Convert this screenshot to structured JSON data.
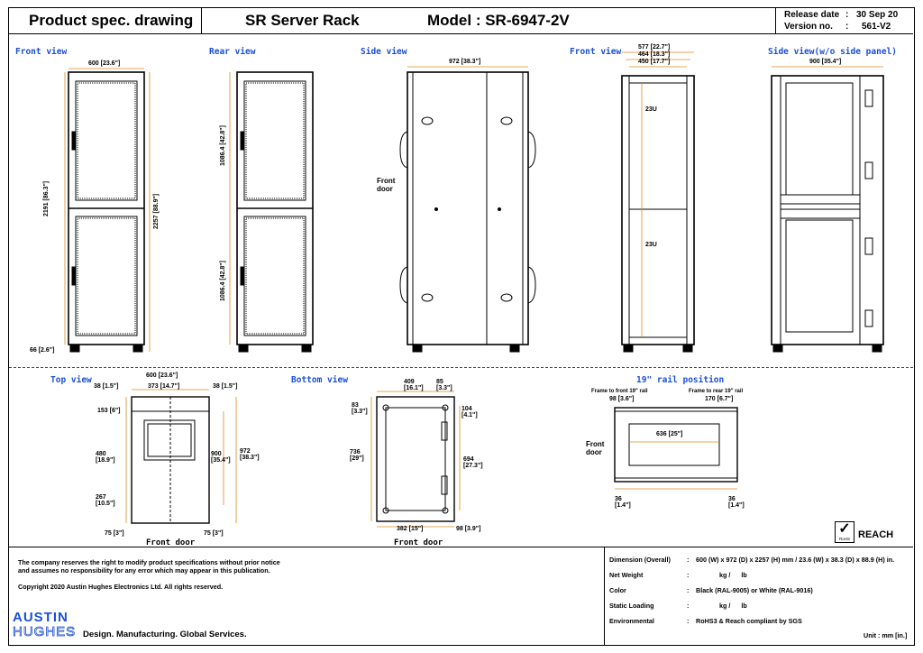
{
  "header": {
    "doc_type": "Product spec. drawing",
    "product": "SR Server Rack",
    "model": "Model : SR-6947-2V",
    "release_label": "Release date",
    "release_value": "30 Sep 20",
    "version_label": "Version no.",
    "version_value": "561-V2"
  },
  "views": {
    "front": "Front view",
    "rear": "Rear view",
    "side": "Side view",
    "front2": "Front view",
    "side_nopanel": "Side view(w/o side panel)",
    "top": "Top view",
    "bottom": "Bottom view",
    "rail": "19\" rail position"
  },
  "dims": {
    "front_width": "600 [23.6\"]",
    "front_height_left": "2191 [86.3\"]",
    "front_height_right": "2257 [88.9\"]",
    "front_caster": "66 [2.6\"]",
    "rear_upper": "1086.4 [42.8\"]",
    "rear_lower": "1086.4 [42.8\"]",
    "side_depth": "972 [38.3\"]",
    "side_front_door": "Front door",
    "f2_w1": "577 [22.7\"]",
    "f2_w2": "464 [18.3\"]",
    "f2_w3": "450 [17.7\"]",
    "f2_u_top": "23U",
    "f2_u_bottom": "23U",
    "sn_depth": "900 [35.4\"]",
    "top_w": "600 [23.6\"]",
    "top_38l": "38 [1.5\"]",
    "top_373": "373 [14.7\"]",
    "top_38r": "38 [1.5\"]",
    "top_153": "153 [6\"]",
    "top_480": "480 [18.9\"]",
    "top_267": "267 [10.5\"]",
    "top_900": "900 [35.4\"]",
    "top_972": "972 [38.3\"]",
    "top_75l": "75 [3\"]",
    "top_75r": "75 [3\"]",
    "top_front_door": "Front door",
    "bot_409": "409 [16.1\"]",
    "bot_85": "85 [3.3\"]",
    "bot_83": "83 [3.3\"]",
    "bot_104": "104 [4.1\"]",
    "bot_736": "736 [29\"]",
    "bot_694": "694 [27.3\"]",
    "bot_382": "382 [15\"]",
    "bot_98": "98 [3.9\"]",
    "bot_front_door": "Front door",
    "rail_front_label": "Frame to front 19\" rail",
    "rail_front_val": "98 [3.6\"]",
    "rail_rear_label": "Frame to rear 19\" rail",
    "rail_rear_val": "170 [6.7\"]",
    "rail_636": "636 [25\"]",
    "rail_36l": "36 [1.4\"]",
    "rail_36r": "36 [1.4\"]",
    "rail_front_door": "Front door"
  },
  "footer": {
    "disclaimer1": "The company reserves the right to modify product specifications without prior notice",
    "disclaimer2": "and assumes no responsibility for any error which may appear in this publication.",
    "copyright": "Copyright 2020 Austin Hughes Electronics Ltd. All rights reserved.",
    "logo_top": "AUSTIN",
    "logo_bottom": "HUGHES",
    "tagline": "Design. Manufacturing. Global Services.",
    "reach": "REACH",
    "rohs": "RoHS",
    "unit": "Unit : mm [in.]"
  },
  "specs": [
    {
      "label": "Dimension (Overall)",
      "value": "600 (W) x 972 (D) x 2257 (H) mm / 23.6 (W) x 38.3 (D) x 88.9 (H) in."
    },
    {
      "label": "Net Weight",
      "value": "kg /      lb"
    },
    {
      "label": "Color",
      "value": "Black (RAL-9005) or White (RAL-9016)"
    },
    {
      "label": "Static Loading",
      "value": "kg /      lb"
    },
    {
      "label": "Environmental",
      "value": "RoHS3 &  Reach compliant by SGS"
    }
  ],
  "colors": {
    "accent_blue": "#1a4fd6",
    "dim_orange": "#e08a1e",
    "line": "#000000"
  }
}
